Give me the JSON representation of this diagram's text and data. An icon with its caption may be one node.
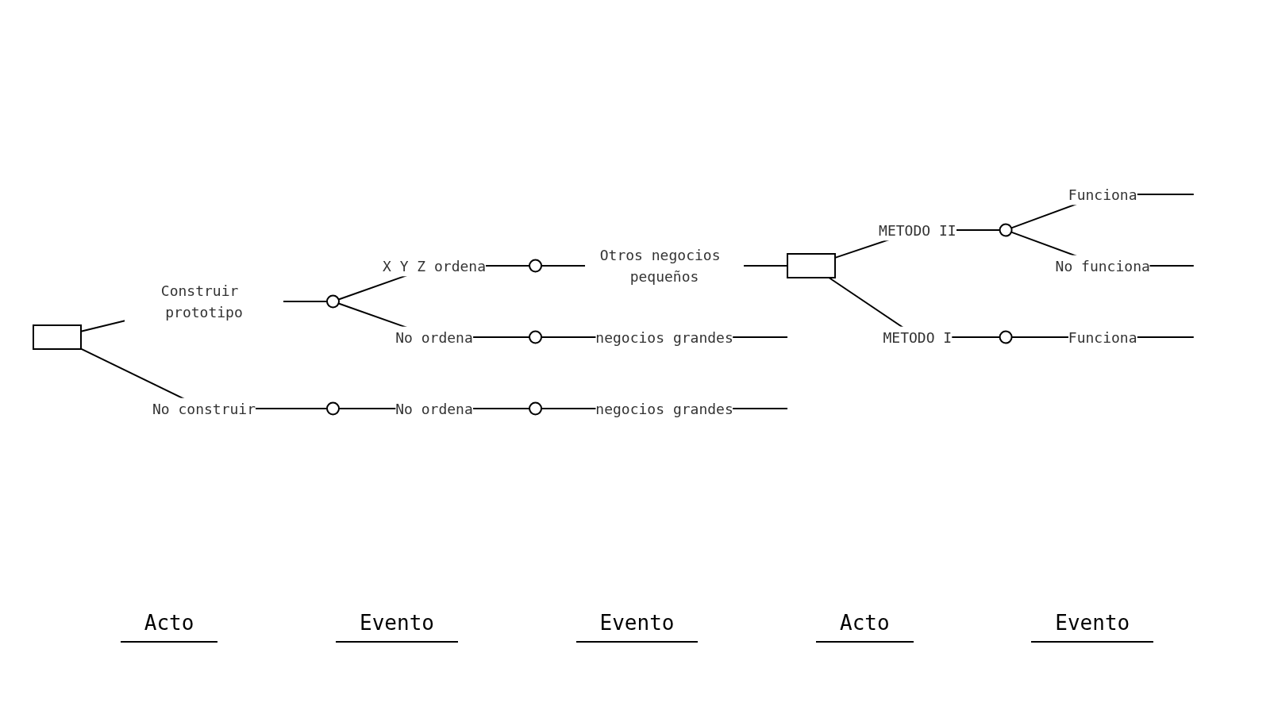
{
  "diagram": {
    "nodes": [
      {
        "text": [],
        "shape": "box"
      },
      {
        "text": [],
        "shape": "circle"
      },
      {
        "text": [],
        "shape": "circle"
      },
      {
        "text": [],
        "shape": "circle"
      },
      {
        "text": [],
        "shape": "circle"
      },
      {
        "text": [],
        "shape": "circle"
      },
      {
        "text": [],
        "shape": "box"
      },
      {
        "text": [],
        "shape": "circle"
      },
      {
        "text": [],
        "shape": "circle"
      }
    ],
    "edges": [
      {
        "from": 0,
        "to": 1,
        "arrow": "none",
        "label": "Construir prototipo"
      },
      {
        "from": 0,
        "to": 2,
        "arrow": "none",
        "label": "No construir"
      },
      {
        "from": 1,
        "to": 3,
        "arrow": "none",
        "label": "X Y Z ordena"
      },
      {
        "from": 1,
        "to": 4,
        "arrow": "none",
        "label": "No ordena"
      },
      {
        "from": 2,
        "to": 5,
        "arrow": "none",
        "label": "No ordena"
      },
      {
        "from": 3,
        "to": 6,
        "arrow": "none",
        "label": "Otros negocios pequeños"
      },
      {
        "from": 4,
        "to": null,
        "arrow": "none",
        "label": "negocios grandes"
      },
      {
        "from": 5,
        "to": null,
        "arrow": "none",
        "label": "negocios grandes"
      },
      {
        "from": 6,
        "to": 7,
        "arrow": "none",
        "label": "METODO II"
      },
      {
        "from": 6,
        "to": 8,
        "arrow": "none",
        "label": "METODO I"
      },
      {
        "from": 7,
        "to": null,
        "arrow": "none",
        "label": "Funciona"
      },
      {
        "from": 7,
        "to": null,
        "arrow": "none",
        "label": "No funciona"
      },
      {
        "from": 8,
        "to": null,
        "arrow": "none",
        "label": "Funciona"
      }
    ],
    "labels": [
      "Acto",
      "Evento",
      "Evento",
      "Acto",
      "Evento"
    ]
  }
}
